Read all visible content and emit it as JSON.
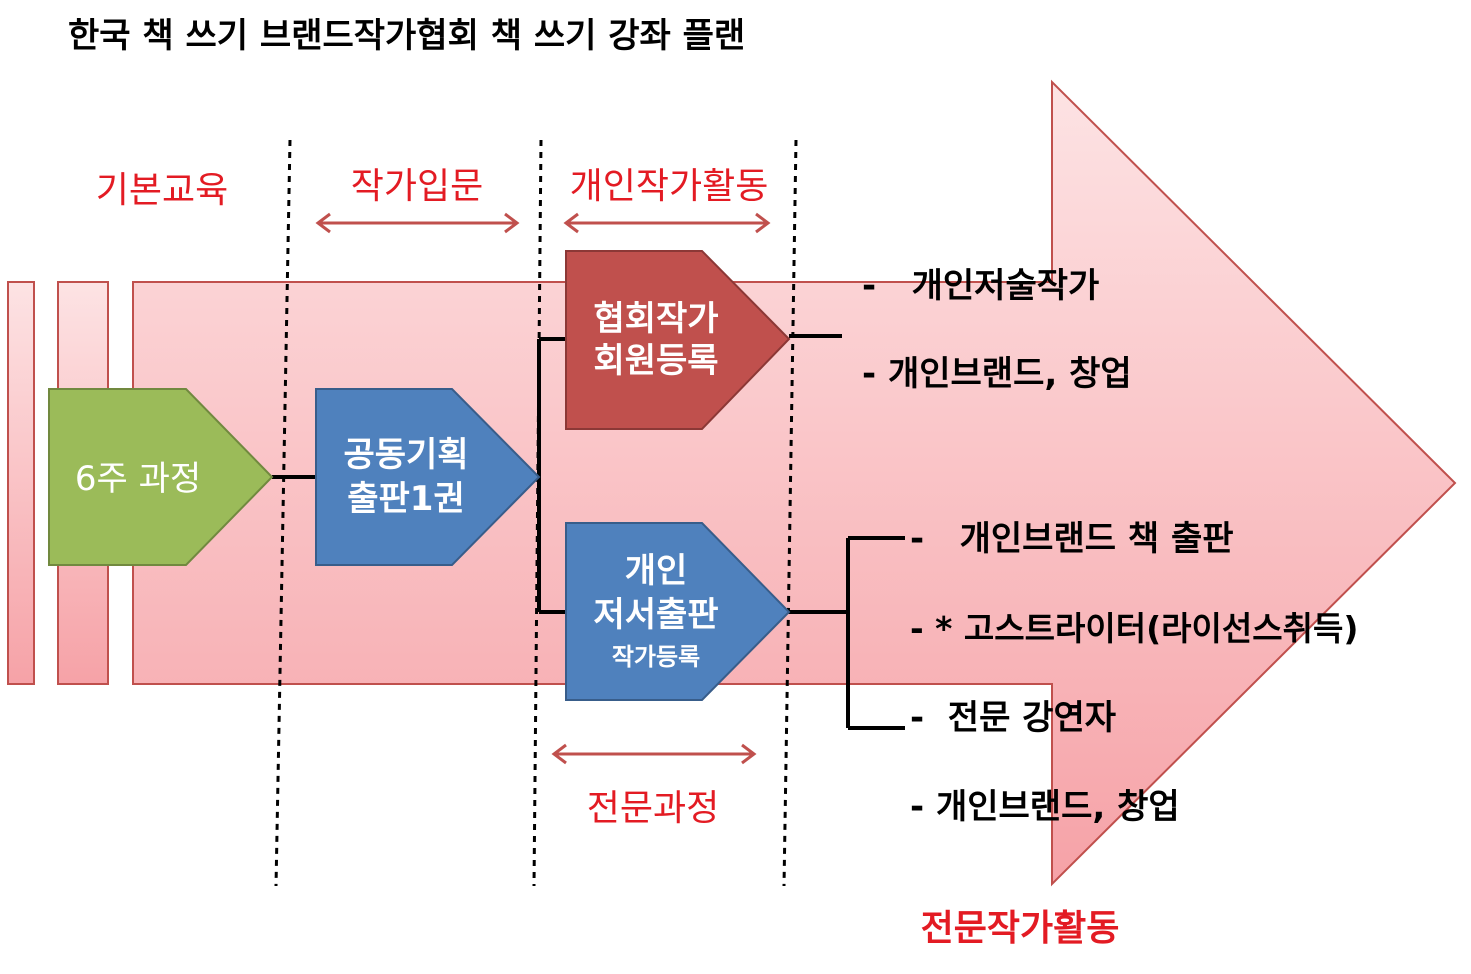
{
  "title": "한국 책 쓰기 브랜드작가협회 책 쓰기 강좌 플랜",
  "stages": {
    "basic": "기본교육",
    "intro": "작가입문",
    "personal": "개인작가활동",
    "professional": "전문과정",
    "expert": "전문작가활동"
  },
  "boxes": {
    "six_week": "6주 과정",
    "joint_line1": "공동기획",
    "joint_line2": "출판1권",
    "member_line1": "협회작가",
    "member_line2": "회원등록",
    "personal_line1": "개인",
    "personal_line2": "저서출판",
    "personal_line3": "작가등록"
  },
  "outcomes_top": [
    "-   개인저술작가",
    "- 개인브랜드, 창업"
  ],
  "outcomes_bottom": [
    "-   개인브랜드 책 출판",
    "- * 고스트라이터(라이선스취득)",
    "-  전문 강연자",
    "- 개인브랜드, 창업"
  ],
  "colors": {
    "stage_label": "#e31b23",
    "green_box": "#9bbb59",
    "blue_box": "#4f81bd",
    "red_box": "#c0504d",
    "arrow_fill": "#f7a7ab",
    "arrow_stroke": "#c0504d"
  }
}
